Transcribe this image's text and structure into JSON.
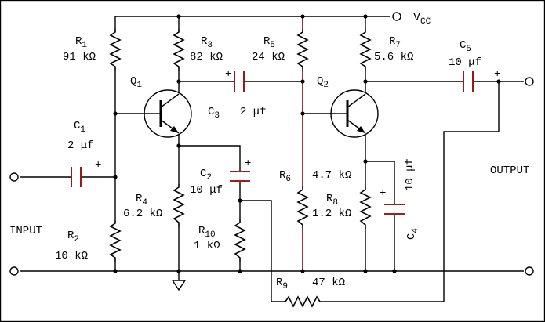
{
  "diagram": {
    "supply": {
      "main": "V",
      "sub": "CC"
    },
    "input_label": "INPUT",
    "output_label": "OUTPUT",
    "transistors": [
      {
        "id": "q1",
        "main": "Q",
        "sub": "1"
      },
      {
        "id": "q2",
        "main": "Q",
        "sub": "2"
      }
    ],
    "resistors": [
      {
        "id": "r1",
        "main": "R",
        "sub": "1",
        "value": "91 kΩ"
      },
      {
        "id": "r2",
        "main": "R",
        "sub": "2",
        "value": "10 kΩ"
      },
      {
        "id": "r3",
        "main": "R",
        "sub": "3",
        "value": "82 kΩ"
      },
      {
        "id": "r4",
        "main": "R",
        "sub": "4",
        "value": "6.2 kΩ"
      },
      {
        "id": "r5",
        "main": "R",
        "sub": "5",
        "value": "24 kΩ"
      },
      {
        "id": "r6",
        "main": "R",
        "sub": "6",
        "value": "4.7 kΩ"
      },
      {
        "id": "r7",
        "main": "R",
        "sub": "7",
        "value": "5.6 kΩ"
      },
      {
        "id": "r8",
        "main": "R",
        "sub": "8",
        "value": "1.2 kΩ"
      },
      {
        "id": "r9",
        "main": "R",
        "sub": "9",
        "value": "47 kΩ"
      },
      {
        "id": "r10",
        "main": "R",
        "sub": "10",
        "value": "1 kΩ"
      }
    ],
    "capacitors": [
      {
        "id": "c1",
        "main": "C",
        "sub": "1",
        "value": "2 μf"
      },
      {
        "id": "c2",
        "main": "C",
        "sub": "2",
        "value": "10 μf"
      },
      {
        "id": "c3",
        "main": "C",
        "sub": "3",
        "value": "2 μf"
      },
      {
        "id": "c4",
        "main": "C",
        "sub": "4",
        "value": "10 μf"
      },
      {
        "id": "c5",
        "main": "C",
        "sub": "5",
        "value": "10 μf"
      }
    ],
    "polarity_mark": "+"
  }
}
